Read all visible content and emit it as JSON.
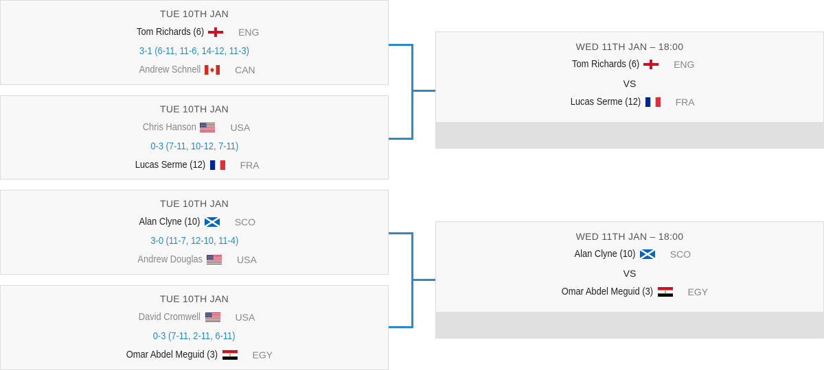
{
  "matches": [
    {
      "date": "TUE 10TH JAN",
      "top": {
        "name": "Tom Richards (6)",
        "country": "ENG",
        "flag": "eng-flag",
        "winner": true
      },
      "score": "3-1  (6-11, 11-6, 14-12, 11-3)",
      "bottom": {
        "name": "Andrew Schnell",
        "country": "CAN",
        "flag": "can-flag",
        "winner": false
      }
    },
    {
      "date": "TUE 10TH JAN",
      "top": {
        "name": "Chris Hanson",
        "country": "USA",
        "flag": "usa-flag",
        "winner": false
      },
      "score": "0-3  (7-11, 10-12, 7-11)",
      "bottom": {
        "name": "Lucas Serme (12)",
        "country": "FRA",
        "flag": "fra-flag",
        "winner": true
      }
    },
    {
      "date": "TUE 10TH JAN",
      "top": {
        "name": "Alan Clyne (10)",
        "country": "SCO",
        "flag": "sco-flag",
        "winner": true
      },
      "score": "3-0  (11-7, 12-10, 11-4)",
      "bottom": {
        "name": "Andrew Douglas",
        "country": "USA",
        "flag": "usa-flag",
        "winner": false
      }
    },
    {
      "date": "TUE 10TH JAN",
      "top": {
        "name": "David Cromwell",
        "country": "USA",
        "flag": "usa-flag",
        "winner": false
      },
      "score": "0-3  (7-11, 2-11, 6-11)",
      "bottom": {
        "name": "Omar Abdel Meguid (3)",
        "country": "EGY",
        "flag": "egy-flag",
        "winner": true
      }
    }
  ],
  "next_matches": [
    {
      "date": "WED 11TH JAN – 18:00",
      "top": {
        "name": "Tom Richards (6)",
        "country": "ENG",
        "flag": "eng-flag"
      },
      "vs": "VS",
      "bottom": {
        "name": "Lucas Serme (12)",
        "country": "FRA",
        "flag": "fra-flag"
      }
    },
    {
      "date": "WED 11TH JAN – 18:00",
      "top": {
        "name": "Alan Clyne (10)",
        "country": "SCO",
        "flag": "sco-flag"
      },
      "vs": "VS",
      "bottom": {
        "name": "Omar Abdel Meguid (3)",
        "country": "EGY",
        "flag": "egy-flag"
      }
    }
  ],
  "colors": {
    "accent": "#2c8bc7",
    "card_bg": "#f8f8f8",
    "footer_bg": "#e0e0e0"
  }
}
